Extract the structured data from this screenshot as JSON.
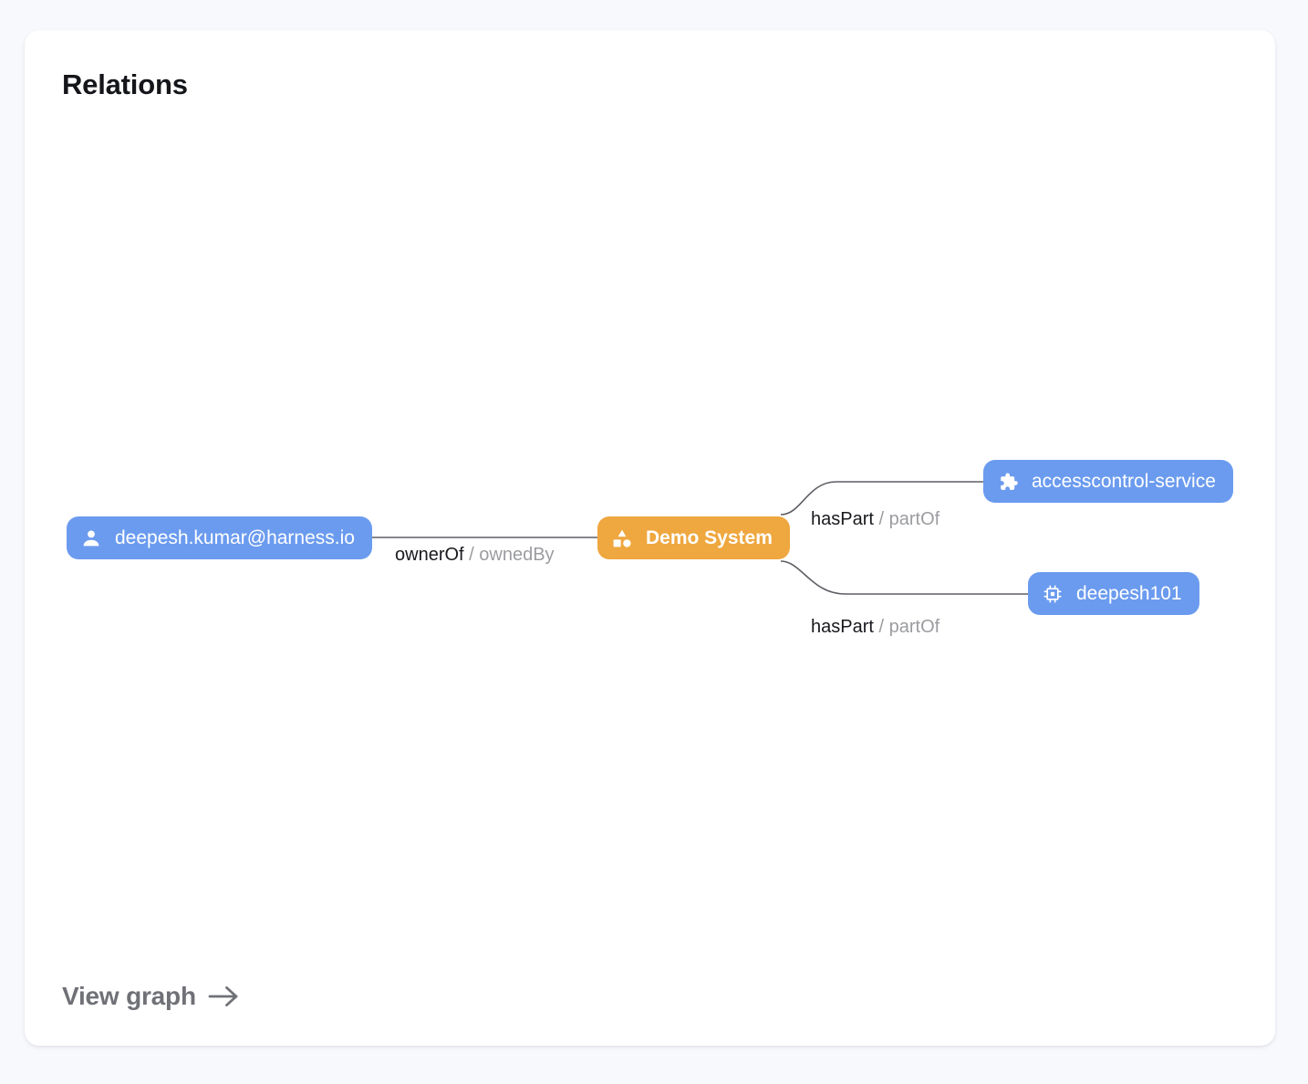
{
  "card": {
    "title": "Relations"
  },
  "footer": {
    "view_graph_label": "View graph",
    "arrow_icon": "arrow-right-icon"
  },
  "colors": {
    "page_background": "#f8f9fc",
    "card_background": "#ffffff",
    "node_blue": "#6b9bef",
    "node_orange": "#efa73f",
    "edge_line": "#5d5e63",
    "edge_label_forward": "#18191d",
    "edge_label_reverse": "#9b9ca0",
    "title_text": "#15161a",
    "footer_text": "#6f7176"
  },
  "graph": {
    "nodes": [
      {
        "id": "user",
        "label": "deepesh.kumar@harness.io",
        "kind": "user",
        "icon": "person-icon",
        "color": "#6b9bef"
      },
      {
        "id": "system",
        "label": "Demo System",
        "kind": "system",
        "icon": "category-icon",
        "color": "#efa73f"
      },
      {
        "id": "component",
        "label": "accesscontrol-service",
        "kind": "component",
        "icon": "puzzle-icon",
        "color": "#6b9bef"
      },
      {
        "id": "resource",
        "label": "deepesh101",
        "kind": "resource",
        "icon": "chip-icon",
        "color": "#6b9bef"
      }
    ],
    "edges": [
      {
        "id": "edge-user-system",
        "from": "user",
        "to": "system",
        "forward": "ownerOf",
        "separator": "/",
        "reverse": "ownedBy"
      },
      {
        "id": "edge-system-component",
        "from": "system",
        "to": "component",
        "forward": "hasPart",
        "separator": "/",
        "reverse": "partOf"
      },
      {
        "id": "edge-system-resource",
        "from": "system",
        "to": "resource",
        "forward": "hasPart",
        "separator": "/",
        "reverse": "partOf"
      }
    ]
  }
}
